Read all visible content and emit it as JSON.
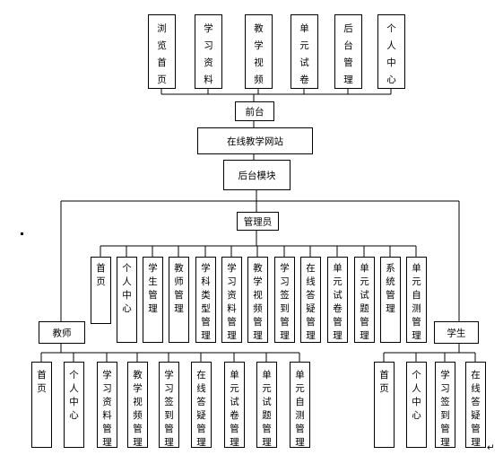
{
  "diagram": {
    "front_modules": [
      {
        "id": "f1",
        "label": "浏览首页"
      },
      {
        "id": "f2",
        "label": "学习资料"
      },
      {
        "id": "f3",
        "label": "教学视频"
      },
      {
        "id": "f4",
        "label": "单元试卷"
      },
      {
        "id": "f5",
        "label": "后台管理"
      },
      {
        "id": "f6",
        "label": "个人中心"
      }
    ],
    "frontend": {
      "id": "frontend",
      "label": "前台"
    },
    "site": {
      "id": "site",
      "label": "在线教学网站"
    },
    "backend": {
      "id": "backend",
      "label": "后台模块"
    },
    "admin": {
      "id": "admin",
      "label": "管理员"
    },
    "admin_modules": [
      {
        "id": "a1",
        "label": "首页"
      },
      {
        "id": "a2",
        "label": "个人中心"
      },
      {
        "id": "a3",
        "label": "学生管理"
      },
      {
        "id": "a4",
        "label": "教师管理"
      },
      {
        "id": "a5",
        "label": "学科类型管理"
      },
      {
        "id": "a6",
        "label": "学习资料管理"
      },
      {
        "id": "a7",
        "label": "教学视频管理"
      },
      {
        "id": "a8",
        "label": "学习签到管理"
      },
      {
        "id": "a9",
        "label": "在线答疑管理"
      },
      {
        "id": "a10",
        "label": "单元试卷管理"
      },
      {
        "id": "a11",
        "label": "单元试题管理"
      },
      {
        "id": "a12",
        "label": "系统管理"
      },
      {
        "id": "a13",
        "label": "单元自测管理"
      }
    ],
    "teacher": {
      "id": "teacher",
      "label": "教师"
    },
    "teacher_modules": [
      {
        "id": "t1",
        "label": "首页"
      },
      {
        "id": "t2",
        "label": "个人中心"
      },
      {
        "id": "t3",
        "label": "学习资料管理"
      },
      {
        "id": "t4",
        "label": "教学视频管理"
      },
      {
        "id": "t5",
        "label": "学习签到管理"
      },
      {
        "id": "t6",
        "label": "在线答疑管理"
      },
      {
        "id": "t7",
        "label": "单元试卷管理"
      },
      {
        "id": "t8",
        "label": "单元试题管理"
      },
      {
        "id": "t9",
        "label": "单元自测管理"
      }
    ],
    "student": {
      "id": "student",
      "label": "学生"
    },
    "student_modules": [
      {
        "id": "s1",
        "label": "首页"
      },
      {
        "id": "s2",
        "label": "个人中心"
      },
      {
        "id": "s3",
        "label": "学习签到管理"
      },
      {
        "id": "s4",
        "label": "在线答疑管理"
      }
    ]
  }
}
